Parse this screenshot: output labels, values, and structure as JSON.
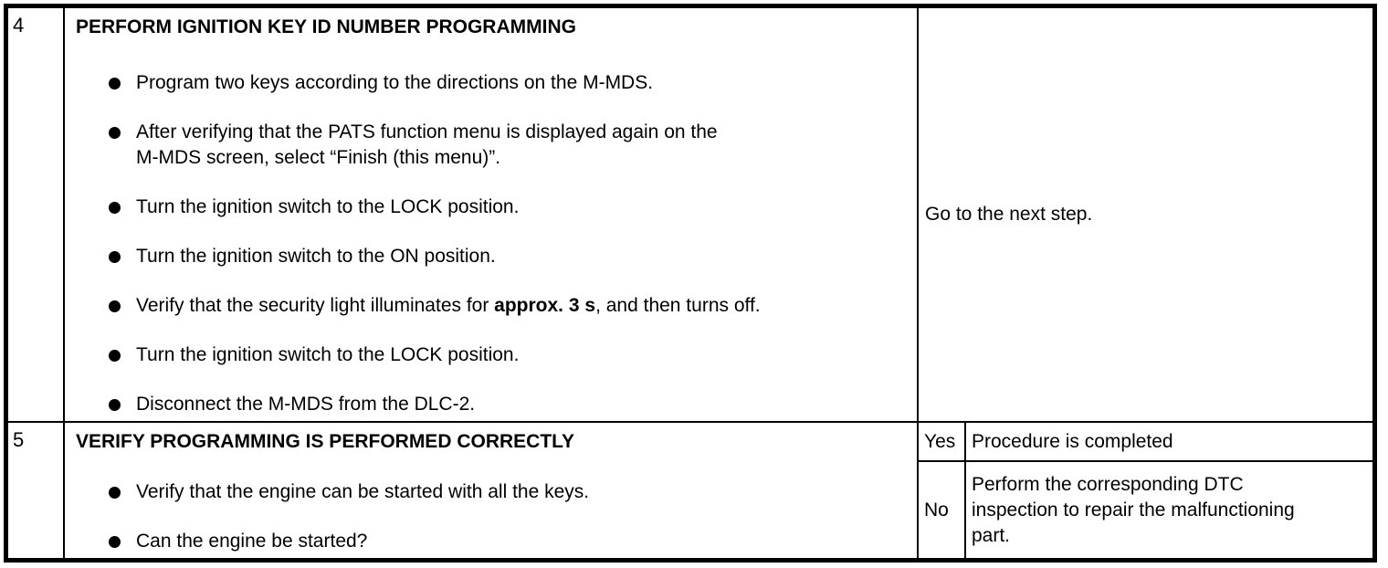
{
  "page": {
    "background_color": "#ffffff",
    "border_color": "#000000",
    "text_color": "#000000"
  },
  "steps": [
    {
      "step_number": "4",
      "title": "PERFORM IGNITION KEY ID NUMBER PROGRAMMING",
      "bullets": [
        {
          "text": "Program two keys according to the directions on the M-MDS."
        },
        {
          "lines": [
            "After verifying that the PATS function menu is displayed again on the",
            "M-MDS screen, select “Finish (this menu)”."
          ]
        },
        {
          "text": "Turn the ignition switch to the LOCK position."
        },
        {
          "text": "Turn the ignition switch to the ON position."
        },
        {
          "pre": "Verify that the security light illuminates for ",
          "bold": "approx. 3 s",
          "post": ", and then turns off."
        },
        {
          "text": "Turn the ignition switch to the LOCK position."
        },
        {
          "text": "Disconnect the M-MDS from the DLC-2."
        }
      ],
      "action": "Go to the next step."
    },
    {
      "step_number": "5",
      "title": "VERIFY PROGRAMMING IS PERFORMED CORRECTLY",
      "bullets": [
        {
          "text": "Verify that the engine can be started with all the keys."
        },
        {
          "text": "Can the engine be started?"
        }
      ],
      "results": [
        {
          "answer": "Yes",
          "action_lines": [
            "Procedure is completed"
          ]
        },
        {
          "answer": "No",
          "action_lines": [
            "Perform the corresponding DTC",
            "inspection to repair the malfunctioning",
            "part."
          ]
        }
      ]
    }
  ]
}
